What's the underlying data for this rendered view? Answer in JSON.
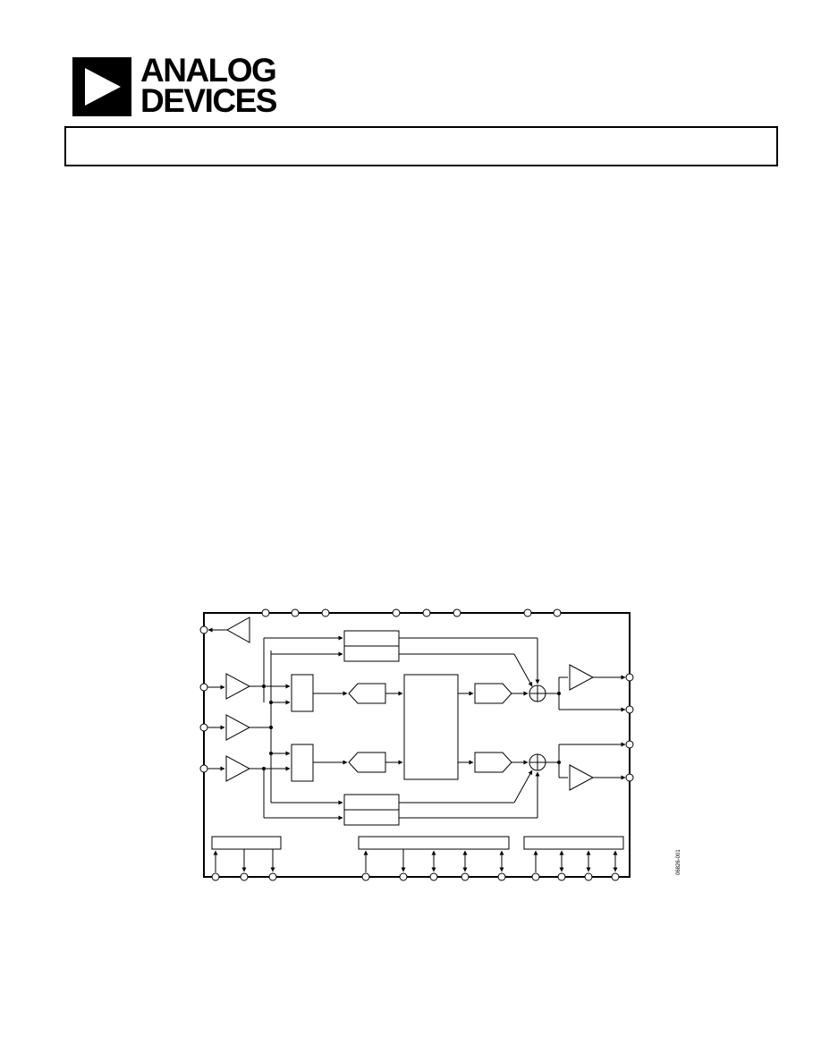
{
  "logo": {
    "company_line1": "ANALOG",
    "company_line2": "DEVICES"
  },
  "header": {
    "title_box_text": ""
  },
  "figure": {
    "code": "06826-001"
  }
}
